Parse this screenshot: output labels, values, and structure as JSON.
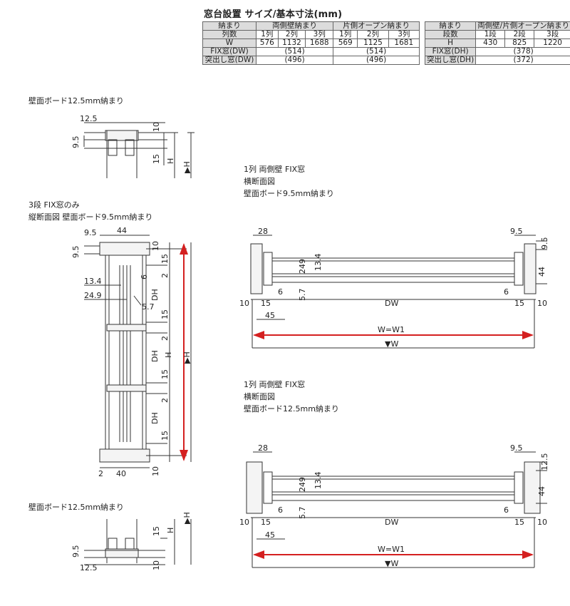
{
  "title": "窓台設置 サイズ/基本寸法(mm)",
  "table_w": {
    "header": [
      "納まり",
      "両側壁納まり",
      "片側オープン納まり"
    ],
    "cols_label": "列数",
    "cols": [
      "1列",
      "2列",
      "3列",
      "1列",
      "2列",
      "3列"
    ],
    "w_label": "W",
    "w_values": [
      "576",
      "1132",
      "1688",
      "569",
      "1125",
      "1681"
    ],
    "fix_label": "FIX窓(DW)",
    "fix_values": [
      "(514)",
      "(514)"
    ],
    "proj_label": "突出し窓(DW)",
    "proj_values": [
      "(496)",
      "(496)"
    ]
  },
  "table_h": {
    "header": [
      "納まり",
      "両側壁/片側オープン納まり"
    ],
    "rows_label": "段数",
    "rows": [
      "1段",
      "2段",
      "3段"
    ],
    "h_label": "H",
    "h_values": [
      "430",
      "825",
      "1220"
    ],
    "fix_label": "FIX窓(DH)",
    "fix_value": "(378)",
    "proj_label": "突出し窓(DH)",
    "proj_value": "(372)"
  },
  "captions": {
    "top_left": "壁面ボード12.5mm納まり",
    "vert_1": "3段 FIX窓のみ",
    "vert_2": "縦断面図 壁面ボード9.5mm納まり",
    "bottom_left": "壁面ボード12.5mm納まり",
    "horiz1_1": "1列 両側壁 FIX窓",
    "horiz1_2": "横断面図",
    "horiz1_3": "壁面ボード9.5mm納まり",
    "horiz2_1": "1列 両側壁 FIX窓",
    "horiz2_2": "横断面図",
    "horiz2_3": "壁面ボード12.5mm納まり"
  },
  "dims": {
    "d12_5": "12.5",
    "d9_5": "9.5",
    "d10": "10",
    "d15": "15",
    "dH": "H",
    "dHarrow": "▶H",
    "d44": "44",
    "d6": "6",
    "d2": "2",
    "dDH": "DH",
    "d13_4": "13.4",
    "d24_9": "24.9",
    "d5_7": "5.7",
    "d40": "40",
    "d28": "28",
    "d249": "249",
    "d45": "45",
    "dDW": "DW",
    "dW1": "W=W1",
    "dWarrow": "▼W"
  },
  "colors": {
    "accent_red": "#d42020",
    "line": "#333333",
    "header_bg": "#dcdcdc"
  }
}
